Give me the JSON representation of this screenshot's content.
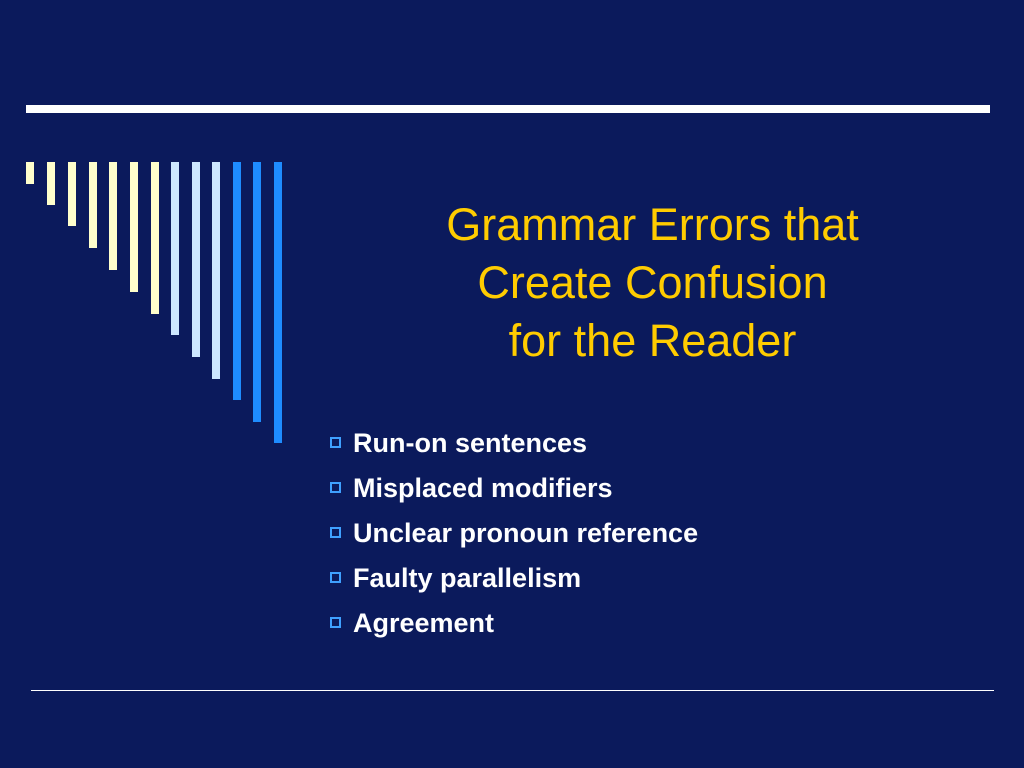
{
  "slide": {
    "title_lines": [
      "Grammar Errors that",
      "Create Confusion",
      "for the Reader"
    ],
    "bullets": [
      "Run-on sentences",
      "Misplaced modifiers",
      "Unclear pronoun reference",
      "Faulty parallelism",
      "Agreement"
    ]
  },
  "colors": {
    "background": "#0b1a5c",
    "title": "#ffcc00",
    "bullet_text": "#ffffff",
    "bullet_icon": "#3fa0ff",
    "rules": "#ffffff",
    "decor_bars_pale_yellow": "#ffffcc",
    "decor_bars_pale_blue": "#cce6ff",
    "decor_bars_blue": "#1e8cff"
  }
}
